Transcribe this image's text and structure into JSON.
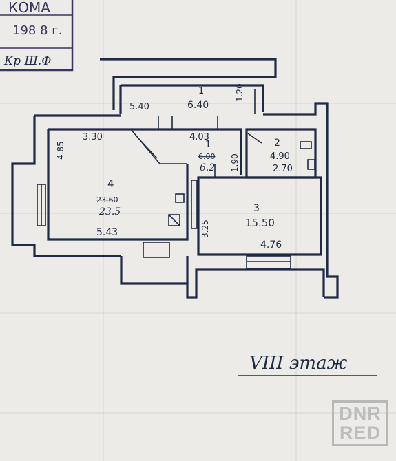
{
  "stamp": {
    "line1": "КОМА",
    "line2": "198 8 г.",
    "signature": "Кр Ш.Ф"
  },
  "floor_label": "VIII этаж",
  "rooms": [
    {
      "number": "1",
      "area": "6.40"
    },
    {
      "number": "1",
      "area_old": "6.00",
      "area": "6.2"
    },
    {
      "number": "2",
      "area": "4.90"
    },
    {
      "number": "3",
      "area": "15.50"
    },
    {
      "number": "4",
      "area_old": "23.60",
      "area": "23.5"
    }
  ],
  "dimensions": [
    "5.40",
    "1.20",
    "3.30",
    "4.03",
    "4.85",
    "1.90",
    "2.70",
    "3.25",
    "5.43",
    "4.76"
  ],
  "watermark": {
    "line1": "DNR",
    "line2": "RED"
  },
  "colors": {
    "ink": "#1f2a44",
    "paper": "#ecebe7",
    "stamp": "#3a3560",
    "watermark": "#bdbdbd"
  }
}
